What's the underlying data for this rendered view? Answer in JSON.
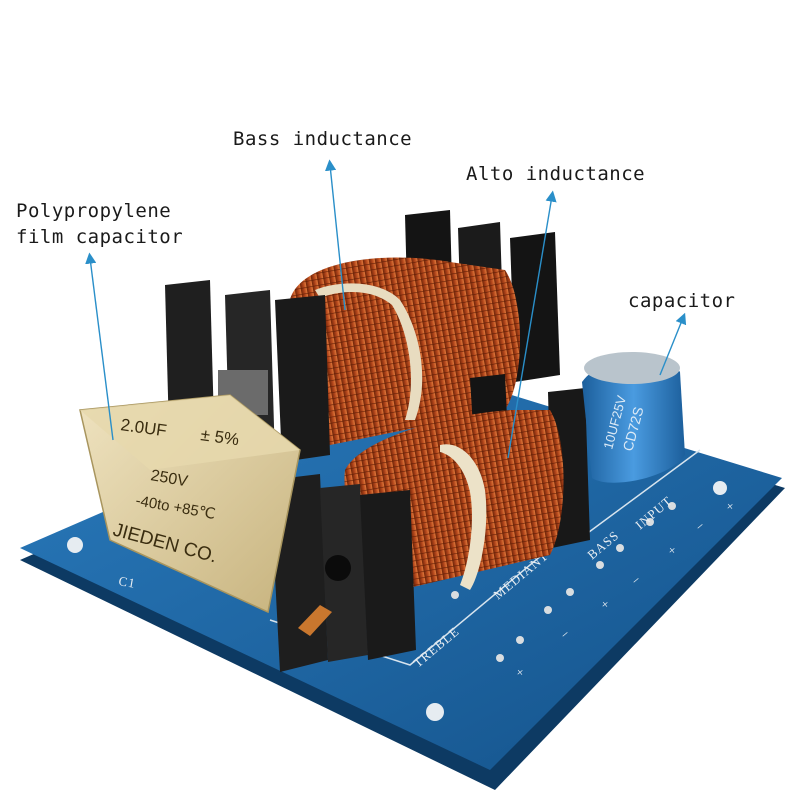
{
  "labels": {
    "bass_inductance": "Bass inductance",
    "alto_inductance": "Alto inductance",
    "film_capacitor_line1": "Polypropylene",
    "film_capacitor_line2": "film capacitor",
    "capacitor": "capacitor"
  },
  "film_capacitor_markings": {
    "value": "2.0UF",
    "tolerance": "± 5%",
    "voltage": "250V",
    "temp_range": "-40to +85℃",
    "brand": "JIEDEN CO."
  },
  "electrolytic_markings": {
    "rating": "10UF25V",
    "series": "CD72S"
  },
  "board_markings": {
    "treble": "TREBLE",
    "mediant": "MEDIANT",
    "bass": "BASS",
    "input": "INPUT",
    "c1": "C1",
    "plus": "+",
    "minus": "−"
  },
  "colors": {
    "pcb_blue": "#1e6aa8",
    "copper": "#b4471c",
    "bobbin_black": "#1c1c1c",
    "film_cap_beige": "#d9caa0",
    "electrolytic_blue": "#2f7fc4",
    "arrow_blue": "#2a8fc9"
  }
}
